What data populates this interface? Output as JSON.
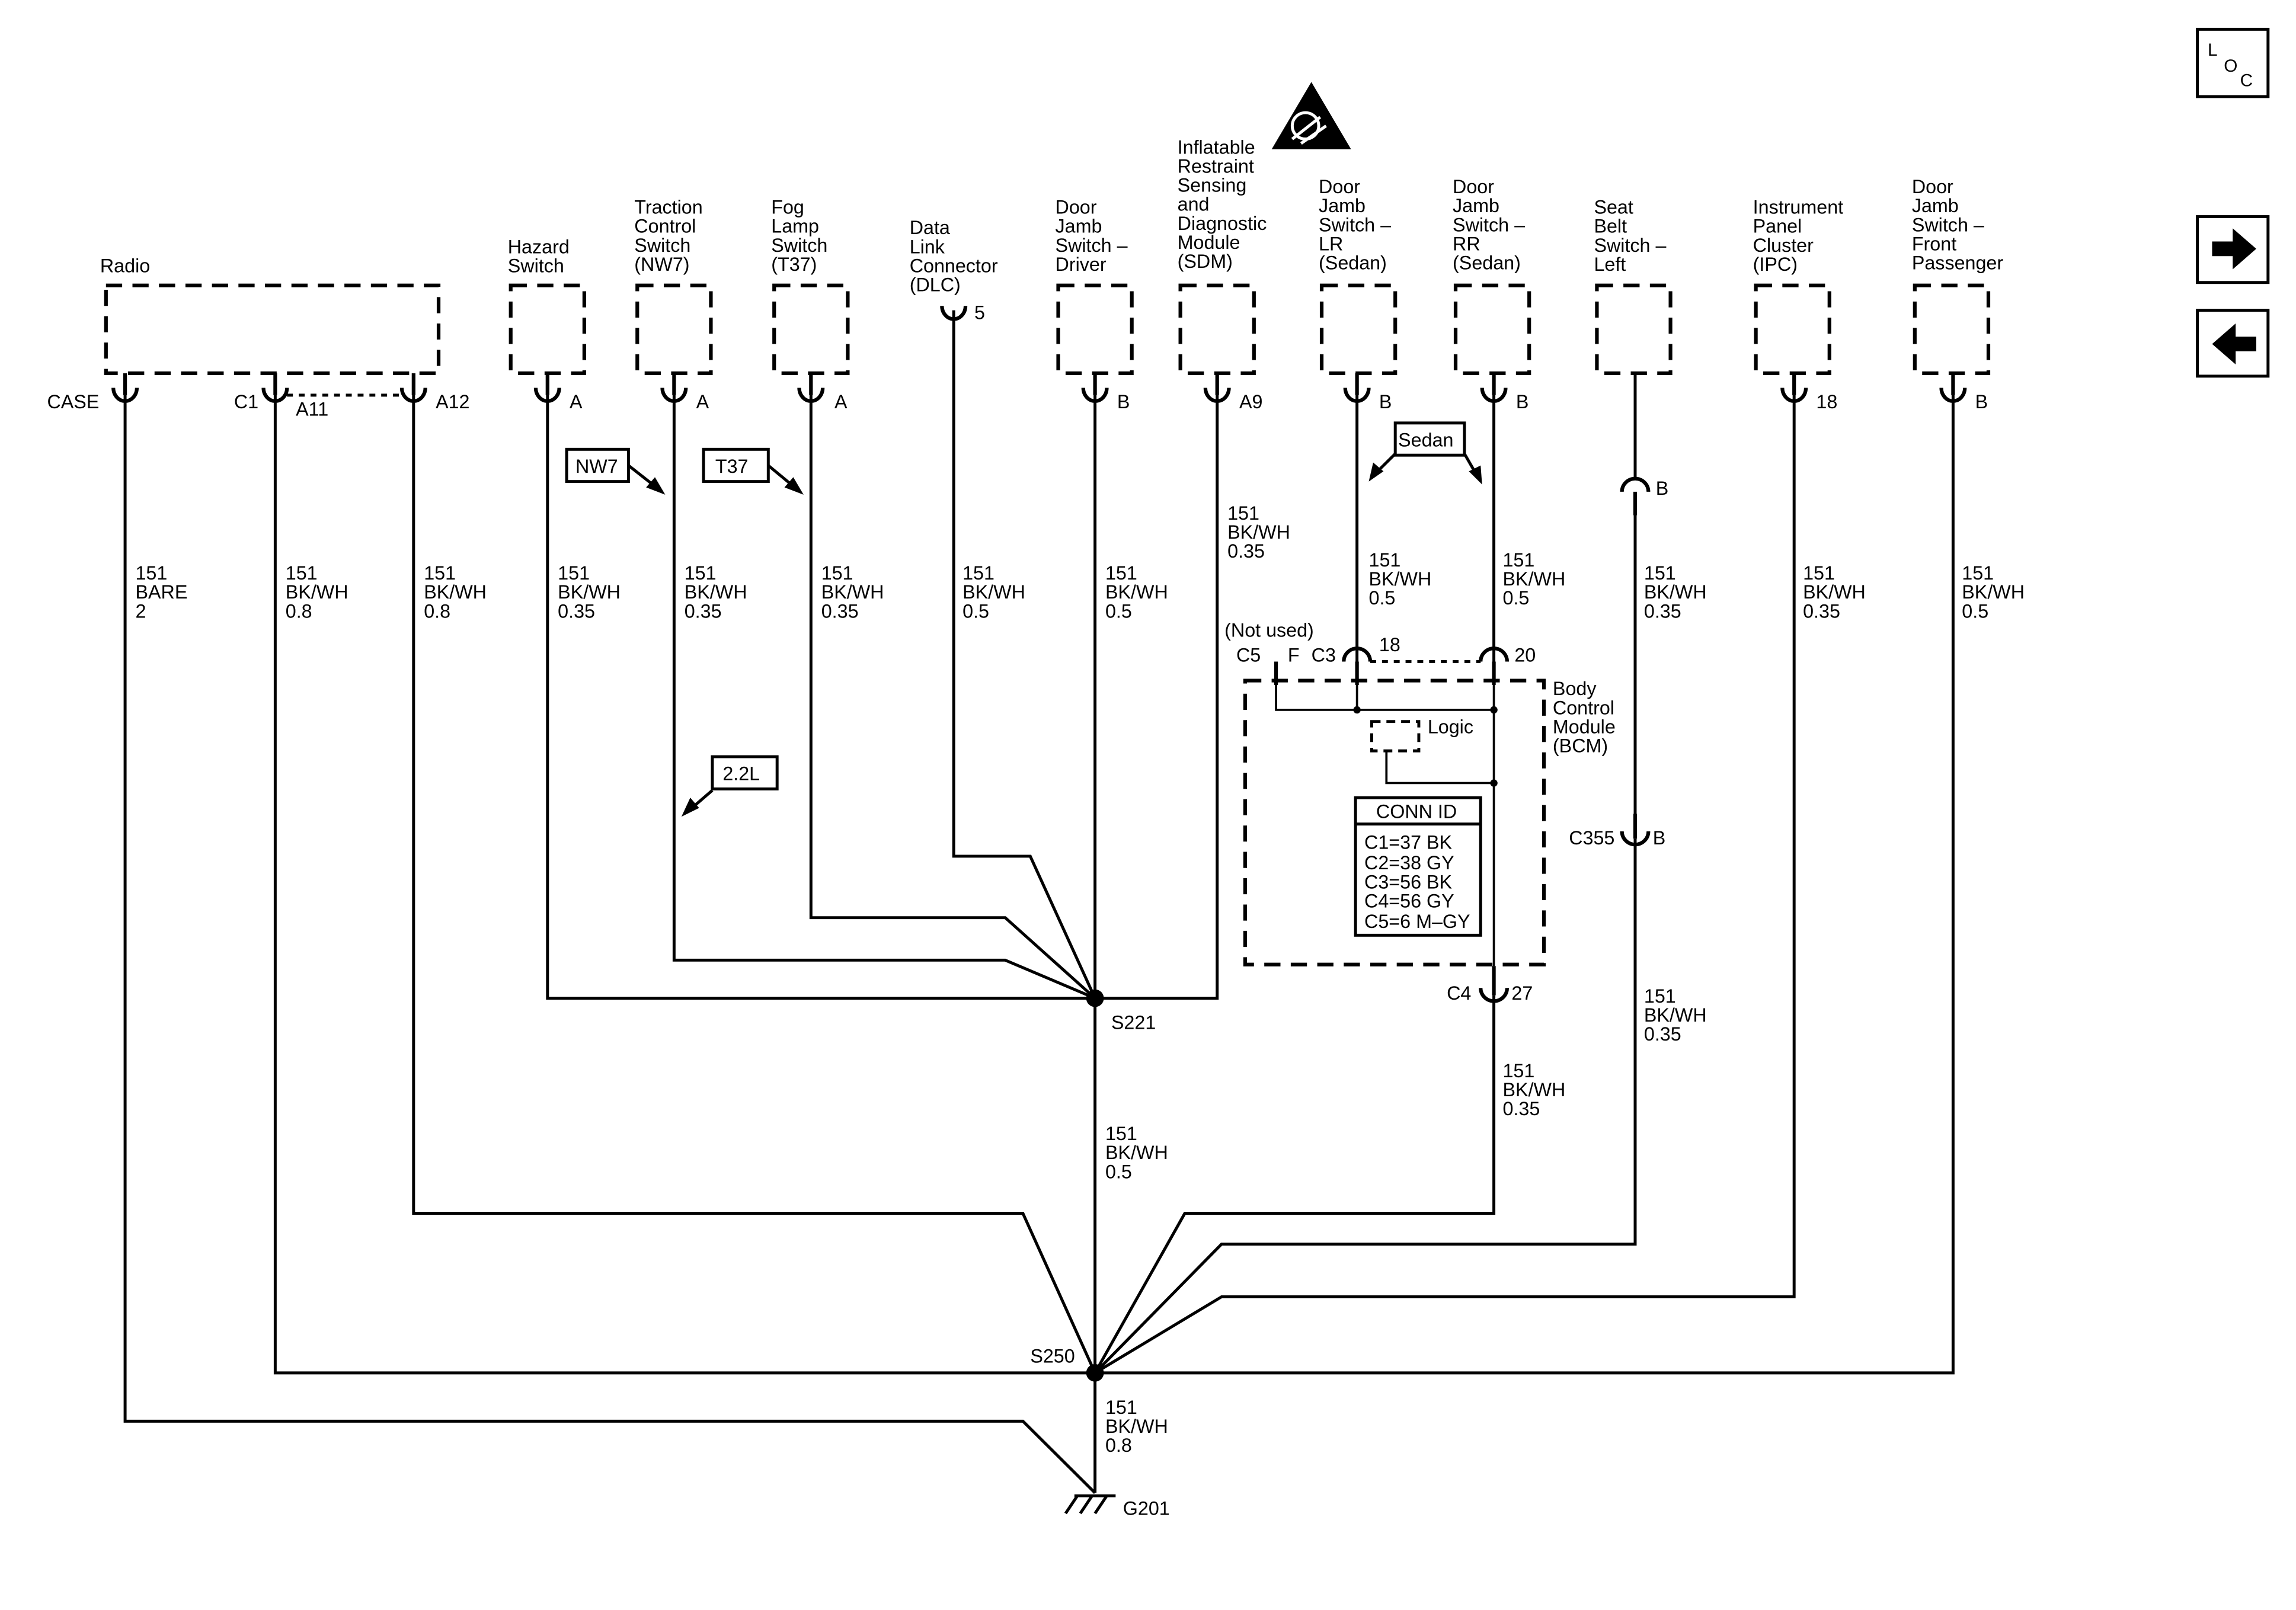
{
  "loc_button": {
    "l": "L",
    "o": "O",
    "c": "C"
  },
  "components": {
    "radio": "Radio",
    "hazard": [
      "Hazard",
      "Switch"
    ],
    "traction": [
      "Traction",
      "Control",
      "Switch",
      "(NW7)"
    ],
    "fog": [
      "Fog",
      "Lamp",
      "Switch",
      "(T37)"
    ],
    "dlc": [
      "Data",
      "Link",
      "Connector",
      "(DLC)"
    ],
    "door_driver": [
      "Door",
      "Jamb",
      "Switch –",
      "Driver"
    ],
    "sdm": [
      "Inflatable",
      "Restraint",
      "Sensing",
      "and",
      "Diagnostic",
      "Module",
      "(SDM)"
    ],
    "door_lr": [
      "Door",
      "Jamb",
      "Switch –",
      "LR",
      "(Sedan)"
    ],
    "door_rr": [
      "Door",
      "Jamb",
      "Switch –",
      "RR",
      "(Sedan)"
    ],
    "seat_belt": [
      "Seat",
      "Belt",
      "Switch –",
      "Left"
    ],
    "ipc": [
      "Instrument",
      "Panel",
      "Cluster",
      "(IPC)"
    ],
    "door_fp": [
      "Door",
      "Jamb",
      "Switch –",
      "Front",
      "Passenger"
    ],
    "bcm": [
      "Body",
      "Control",
      "Module",
      "(BCM)"
    ]
  },
  "pins": {
    "radio_case": "CASE",
    "radio_c1": "C1",
    "radio_a11": "A11",
    "radio_a12": "A12",
    "hazard": "A",
    "traction": "A",
    "fog": "A",
    "dlc": "5",
    "door_driver": "B",
    "sdm": "A9",
    "door_lr": "B",
    "door_rr": "B",
    "ipc": "18",
    "door_fp": "B",
    "seat_inline": "B",
    "c355_name": "C355",
    "c355_pin": "B",
    "bcm_c5": "C5",
    "bcm_f": "F",
    "bcm_c3": "C3",
    "bcm_18": "18",
    "bcm_20": "20",
    "bcm_c4": "C4",
    "bcm_27": "27",
    "not_used": "(Not used)"
  },
  "wires": {
    "radio_case": [
      "151",
      "BARE",
      "2"
    ],
    "radio_c1": [
      "151",
      "BK/WH",
      "0.8"
    ],
    "radio_a12": [
      "151",
      "BK/WH",
      "0.8"
    ],
    "hazard": [
      "151",
      "BK/WH",
      "0.35"
    ],
    "traction": [
      "151",
      "BK/WH",
      "0.35"
    ],
    "fog": [
      "151",
      "BK/WH",
      "0.35"
    ],
    "dlc": [
      "151",
      "BK/WH",
      "0.5"
    ],
    "door_driver": [
      "151",
      "BK/WH",
      "0.5"
    ],
    "sdm": [
      "151",
      "BK/WH",
      "0.35"
    ],
    "door_lr": [
      "151",
      "BK/WH",
      "0.5"
    ],
    "door_rr": [
      "151",
      "BK/WH",
      "0.5"
    ],
    "seat_upper": [
      "151",
      "BK/WH",
      "0.35"
    ],
    "ipc": [
      "151",
      "BK/WH",
      "0.35"
    ],
    "door_fp": [
      "151",
      "BK/WH",
      "0.5"
    ],
    "seat_lower": [
      "151",
      "BK/WH",
      "0.35"
    ],
    "bcm_out": [
      "151",
      "BK/WH",
      "0.35"
    ],
    "s221_to_s250": [
      "151",
      "BK/WH",
      "0.5"
    ],
    "ground": [
      "151",
      "BK/WH",
      "0.8"
    ]
  },
  "option_tags": {
    "nw7": "NW7",
    "t37": "T37",
    "engine": "2.2L",
    "sedan": "Sedan"
  },
  "splices": {
    "s221": "S221",
    "s250": "S250"
  },
  "ground_name": "G201",
  "bcm_logic": "Logic",
  "conn_id": {
    "title": "CONN ID",
    "rows": [
      "C1=37 BK",
      "C2=38 GY",
      "C3=56 BK",
      "C4=56 GY",
      "C5=6 M–GY"
    ]
  }
}
